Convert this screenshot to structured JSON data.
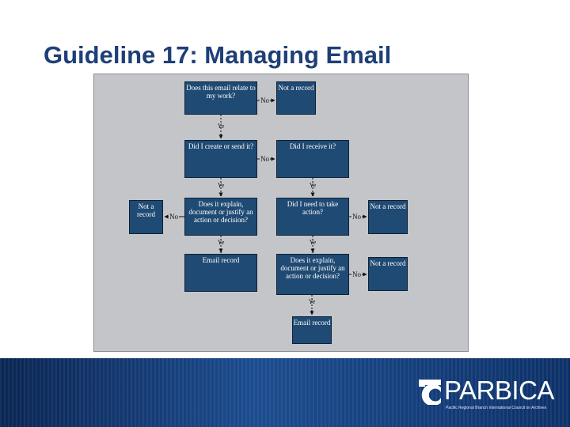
{
  "title": "Guideline 17: Managing Email",
  "flowchart": {
    "nodes": {
      "q_relate": "Does this email relate to my work?",
      "not_record_1": "Not a record",
      "q_create": "Did I create or send it?",
      "q_receive": "Did I receive it?",
      "not_record_2": "Not a record",
      "q_explain_1": "Does it explain, document or justify an action or decision?",
      "q_action": "Did I need to take action?",
      "not_record_3": "Not a record",
      "email_record_1": "Email record",
      "q_explain_2": "Does it explain, document or justify an action or decision?",
      "not_record_4": "Not a record",
      "email_record_2": "Email record"
    },
    "labels": {
      "no": "No",
      "yes_top": "Ye",
      "yes_bottom": "s"
    }
  },
  "footer": {
    "logo_text": "PARBICA",
    "logo_tagline": "Pacific Regional Branch International Council on Archives"
  },
  "colors": {
    "title": "#1e3f78",
    "panel": "#c3c5c9",
    "box": "#1f4a73",
    "footer": "#0b2d5f"
  }
}
